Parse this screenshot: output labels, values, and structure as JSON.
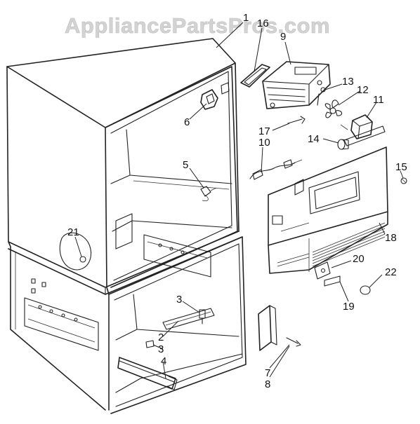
{
  "watermark": "AppliancePartsPros.com",
  "callouts": [
    {
      "id": "c1",
      "text": "1"
    },
    {
      "id": "c16",
      "text": "16"
    },
    {
      "id": "c9",
      "text": "9"
    },
    {
      "id": "c13",
      "text": "13"
    },
    {
      "id": "c12",
      "text": "12"
    },
    {
      "id": "c11",
      "text": "11"
    },
    {
      "id": "c6",
      "text": "6"
    },
    {
      "id": "c17",
      "text": "17"
    },
    {
      "id": "c10",
      "text": "10"
    },
    {
      "id": "c14",
      "text": "14"
    },
    {
      "id": "c15",
      "text": "15"
    },
    {
      "id": "c5",
      "text": "5"
    },
    {
      "id": "c21",
      "text": "21"
    },
    {
      "id": "c18",
      "text": "18"
    },
    {
      "id": "c20",
      "text": "20"
    },
    {
      "id": "c22",
      "text": "22"
    },
    {
      "id": "c3a",
      "text": "3"
    },
    {
      "id": "c19",
      "text": "19"
    },
    {
      "id": "c2",
      "text": "2"
    },
    {
      "id": "c3b",
      "text": "3"
    },
    {
      "id": "c4",
      "text": "4"
    },
    {
      "id": "c7",
      "text": "7"
    },
    {
      "id": "c8",
      "text": "8"
    }
  ]
}
